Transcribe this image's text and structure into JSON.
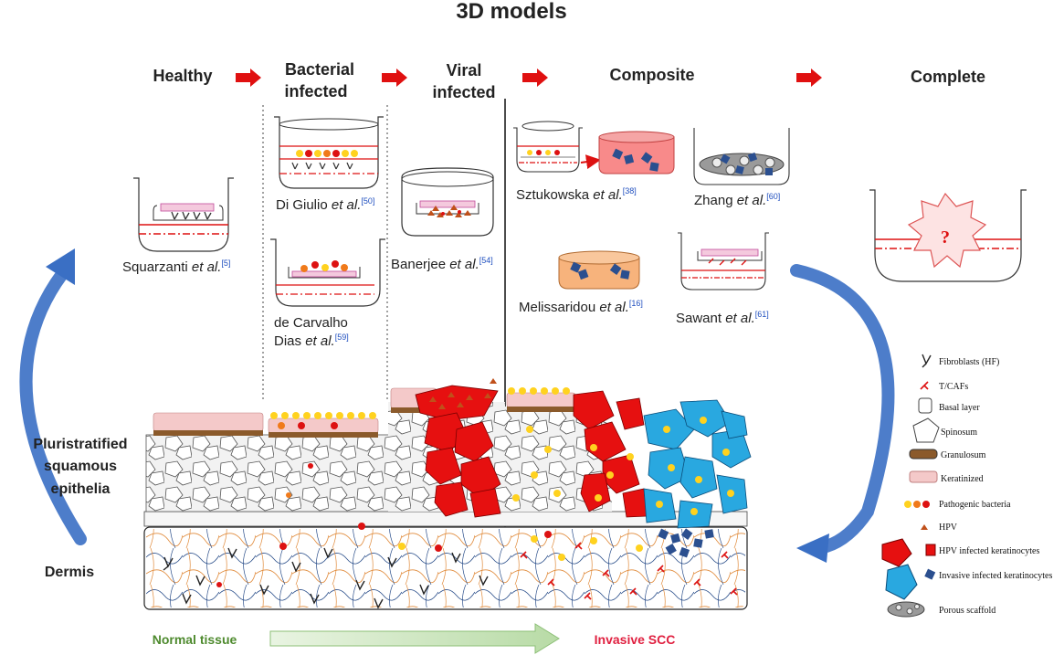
{
  "title": "3D models",
  "stages": [
    {
      "label_lines": [
        "Healthy"
      ]
    },
    {
      "label_lines": [
        "Bacterial",
        "infected"
      ]
    },
    {
      "label_lines": [
        "Viral",
        "infected"
      ]
    },
    {
      "label_lines": [
        "Composite"
      ]
    },
    {
      "label_lines": [
        "Complete"
      ]
    }
  ],
  "citations": [
    {
      "author": "Squarzanti",
      "etal": "et al.",
      "ref": "[5]"
    },
    {
      "author": "Di Giulio",
      "etal": "et al.",
      "ref": "[50]"
    },
    {
      "author": "de Carvalho",
      "author2": "Dias",
      "etal": "et al.",
      "ref": "[59]"
    },
    {
      "author": "Banerjee",
      "etal": "et al.",
      "ref": "[54]"
    },
    {
      "author": "Sztukowska",
      "etal": "et al.",
      "ref": "[38]"
    },
    {
      "author": "Zhang",
      "etal": "et al.",
      "ref": "[60]"
    },
    {
      "author": "Melissaridou",
      "etal": "et al.",
      "ref": "[16]"
    },
    {
      "author": "Sawant",
      "etal": "et al.",
      "ref": "[61]"
    }
  ],
  "complete_symbol": "?",
  "side_labels": {
    "epithelia": [
      "Pluristratified",
      "squamous",
      "epithelia"
    ],
    "dermis": "Dermis"
  },
  "legend": [
    {
      "label": "Fibroblasts (HF)",
      "icon": "fibroblast-icon"
    },
    {
      "label": "T/CAFs",
      "icon": "caf-icon"
    },
    {
      "label": "Basal layer",
      "icon": "basal-cell-icon"
    },
    {
      "label": "Spinosum",
      "icon": "spinosum-cell-icon"
    },
    {
      "label": "Granulosum",
      "icon": "granulosum-layer-icon"
    },
    {
      "label": "Keratinized",
      "icon": "keratinized-layer-icon"
    },
    {
      "label": "Pathogenic bacteria",
      "icon": "bacteria-icon"
    },
    {
      "label": "HPV",
      "icon": "hpv-icon"
    },
    {
      "label": "HPV infected keratinocytes",
      "icon": "hpv-keratinocyte-icon"
    },
    {
      "label": "Invasive infected keratinocytes",
      "icon": "invasive-keratinocyte-icon"
    },
    {
      "label": "Porous scaffold",
      "icon": "porous-scaffold-icon"
    }
  ],
  "bottom": {
    "left": "Normal tissue",
    "right": "Invasive SCC"
  },
  "colors": {
    "red": "#dd1111",
    "blue": "#29a8e0",
    "pink": "#f4c9c9",
    "brown": "#8b5a2b",
    "yellow": "#ffd21f",
    "dark_blue": "#2b4f8f",
    "arrow_blue": "#3a6fc4",
    "green_text": "#4e8a2e",
    "red_text": "#e02040"
  }
}
